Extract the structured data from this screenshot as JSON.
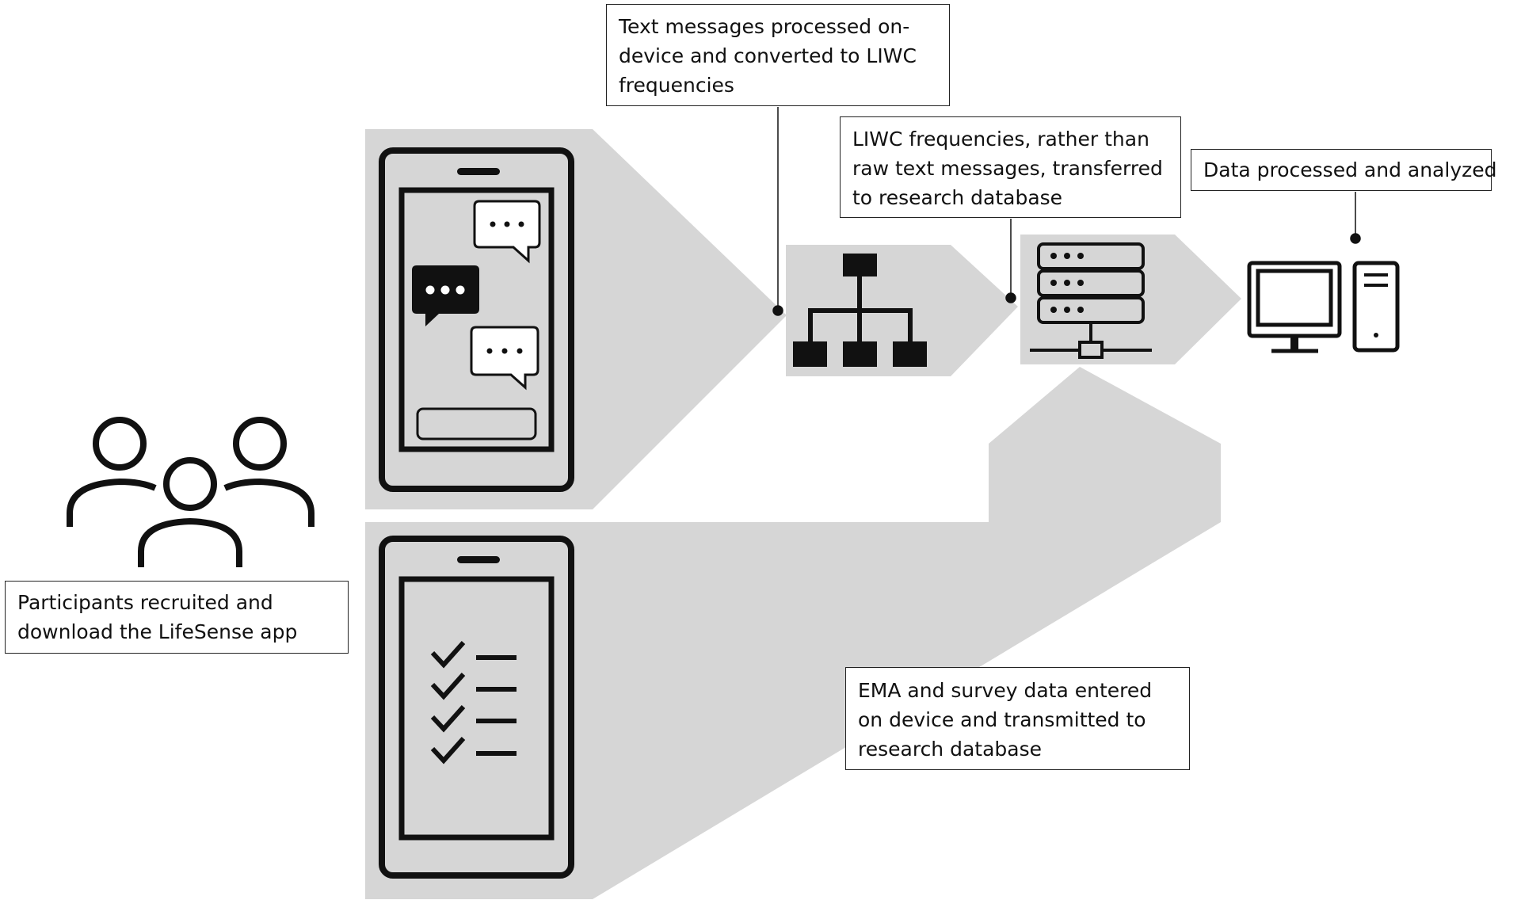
{
  "labels": {
    "text_processed": [
      "Text messages processed on-",
      "device and converted to LIWC",
      "frequencies"
    ],
    "liwc_transfer": [
      "LIWC frequencies, rather than",
      "raw text messages, transferred",
      "to research database"
    ],
    "data_analyzed": [
      "Data processed and analyzed"
    ],
    "participants": [
      "Participants recruited and",
      "download the LifeSense app"
    ],
    "ema_survey": [
      "EMA and survey data entered",
      "on device and transmitted to",
      "research database"
    ]
  },
  "icons": {
    "participants": "people-group-icon",
    "phone_messages": "smartphone-chat-icon",
    "phone_survey": "smartphone-checklist-icon",
    "processing": "hierarchy-network-icon",
    "database": "server-database-icon",
    "computer": "desktop-computer-icon"
  },
  "colors": {
    "band": "#d6d6d6",
    "icon": "#111111",
    "box_border": "#222222",
    "background": "#ffffff"
  }
}
